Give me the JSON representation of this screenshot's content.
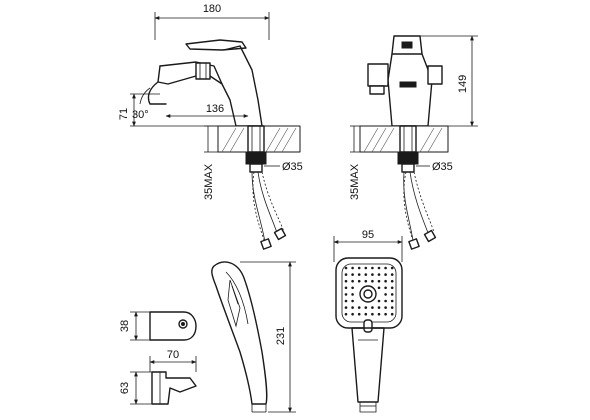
{
  "drawing": {
    "faucet_side": {
      "width": "180",
      "height": "71",
      "spout_reach": "136",
      "angle": "30°",
      "max_thickness": "35MAX",
      "hole_diameter": "Ø35"
    },
    "faucet_front": {
      "height": "149",
      "max_thickness": "35MAX",
      "hole_diameter": "Ø35"
    },
    "holder": {
      "height": "38",
      "width": "70",
      "base_height": "63"
    },
    "hand_shower_side": {
      "length": "231"
    },
    "hand_shower_front": {
      "width": "95"
    }
  },
  "colors": {
    "line": "#1a1a1a",
    "background": "#ffffff"
  }
}
